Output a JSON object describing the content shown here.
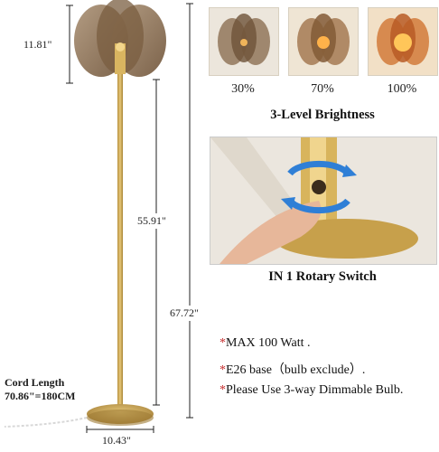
{
  "dimensions": {
    "shade_height": "11.81\"",
    "pole_height": "55.91\"",
    "total_height": "67.72\"",
    "base_width": "10.43\""
  },
  "cord": {
    "title": "Cord Length",
    "value": "70.86\"=180CM"
  },
  "brightness": {
    "heading": "3-Level Brightness",
    "levels": [
      {
        "label": "30%"
      },
      {
        "label": "70%"
      },
      {
        "label": "100%"
      }
    ]
  },
  "switch": {
    "heading": "IN 1 Rotary Switch"
  },
  "features": [
    {
      "star": "*",
      "text": "MAX 100 Watt ."
    },
    {
      "star": "*",
      "text": "E26 base（bulb exclude）."
    },
    {
      "star": "*",
      "text": "Please Use 3-way  Dimmable Bulb."
    }
  ],
  "colors": {
    "gold": "#c9a24b",
    "smoke_glass": "#8a6a4a",
    "accent_star": "#c62d2d",
    "arrow_blue": "#2f7fd6"
  }
}
